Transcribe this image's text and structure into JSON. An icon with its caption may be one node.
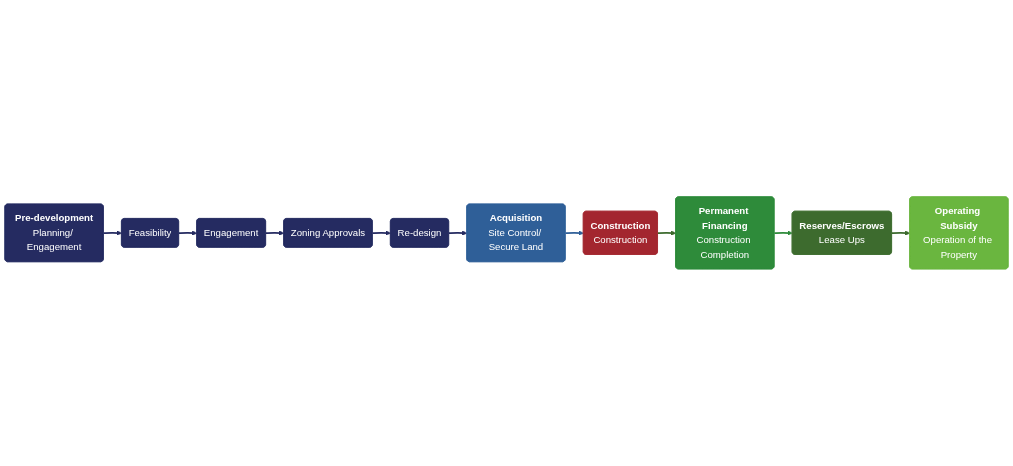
{
  "diagram": {
    "nodes": [
      {
        "text": [
          "Pre-development",
          "Planning/ Engagement"
        ]
      },
      {
        "text": [
          "Feasibility"
        ]
      },
      {
        "text": [
          "Engagement"
        ]
      },
      {
        "text": [
          "Zoning Approvals"
        ]
      },
      {
        "text": [
          "Re-design"
        ]
      },
      {
        "text": [
          "Acquisition",
          "Site Control/ Secure Land"
        ]
      },
      {
        "text": [
          "Construction",
          "Construction"
        ]
      },
      {
        "text": [
          "Permanent Financing",
          "Construction Completion"
        ]
      },
      {
        "text": [
          "Reserves/Escrows",
          "Lease Ups"
        ]
      },
      {
        "text": [
          "Operating Subsidy",
          "Operation of the Property"
        ]
      }
    ],
    "edges": [
      {
        "from": 0,
        "to": 1,
        "arrow": "to"
      },
      {
        "from": 1,
        "to": 2,
        "arrow": "to"
      },
      {
        "from": 2,
        "to": 3,
        "arrow": "to"
      },
      {
        "from": 3,
        "to": 4,
        "arrow": "to"
      },
      {
        "from": 4,
        "to": 5,
        "arrow": "to"
      },
      {
        "from": 5,
        "to": 6,
        "arrow": "to",
        "color": "#2f5f98"
      },
      {
        "from": 6,
        "to": 7,
        "arrow": "to",
        "color": "#3d6b2e"
      },
      {
        "from": 7,
        "to": 8,
        "arrow": "to",
        "color": "#2e8b3a"
      },
      {
        "from": 8,
        "to": 9,
        "arrow": "to",
        "color": "#3d6b2e"
      }
    ]
  }
}
